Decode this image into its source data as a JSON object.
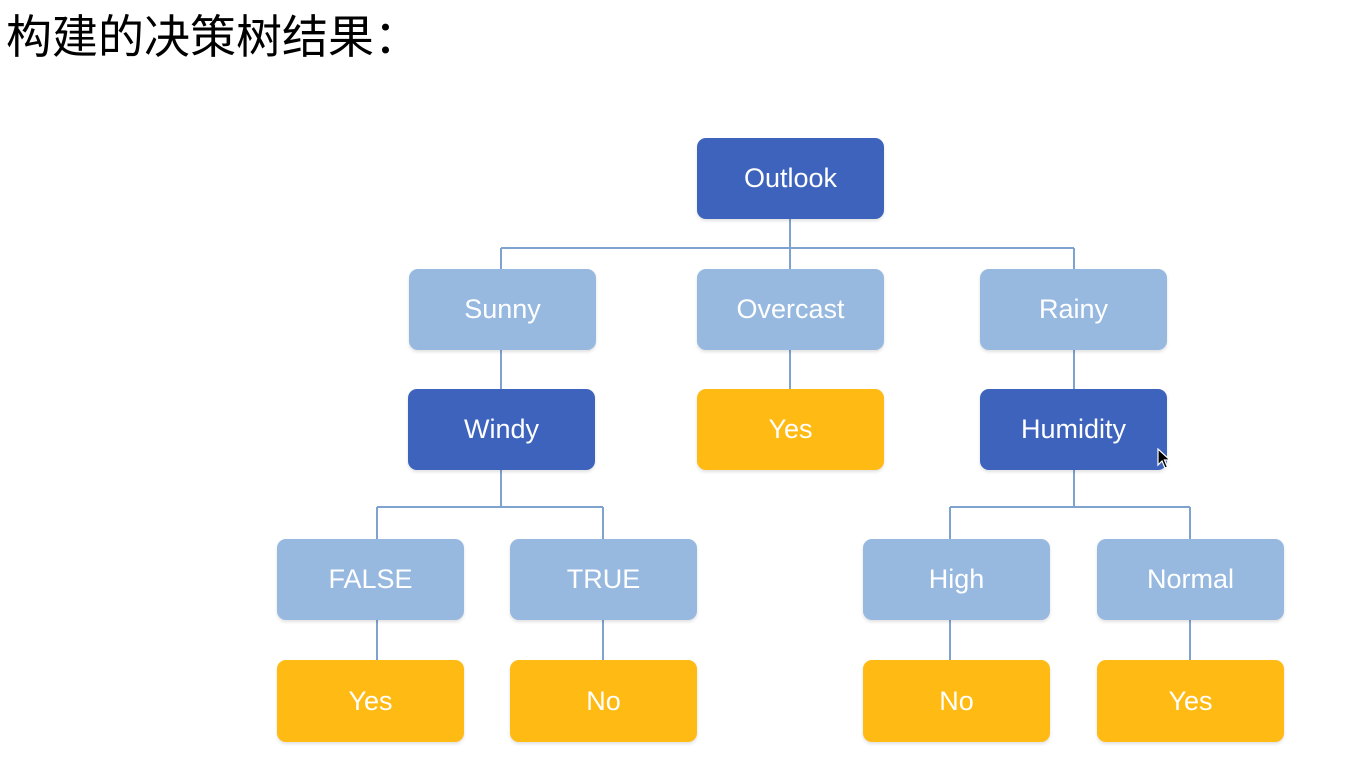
{
  "page": {
    "title": "构建的决策树结果："
  },
  "tree": {
    "root": {
      "label": "Outlook"
    },
    "branches": {
      "sunny": {
        "label": "Sunny"
      },
      "overcast": {
        "label": "Overcast"
      },
      "rainy": {
        "label": "Rainy"
      }
    },
    "attributes": {
      "windy": {
        "label": "Windy"
      },
      "humidity": {
        "label": "Humidity"
      }
    },
    "values": {
      "false": {
        "label": "FALSE"
      },
      "true": {
        "label": "TRUE"
      },
      "high": {
        "label": "High"
      },
      "normal": {
        "label": "Normal"
      }
    },
    "leaves": {
      "overcast_result": {
        "label": "Yes"
      },
      "false_result": {
        "label": "Yes"
      },
      "true_result": {
        "label": "No"
      },
      "high_result": {
        "label": "No"
      },
      "normal_result": {
        "label": "Yes"
      }
    }
  },
  "colors": {
    "decision_node": "#3d63bd",
    "branch_node": "#97b9e0",
    "leaf_node": "#ffba14",
    "connector": "#7fa3cf"
  },
  "icons": {
    "cursor": "mouse-pointer-icon"
  }
}
